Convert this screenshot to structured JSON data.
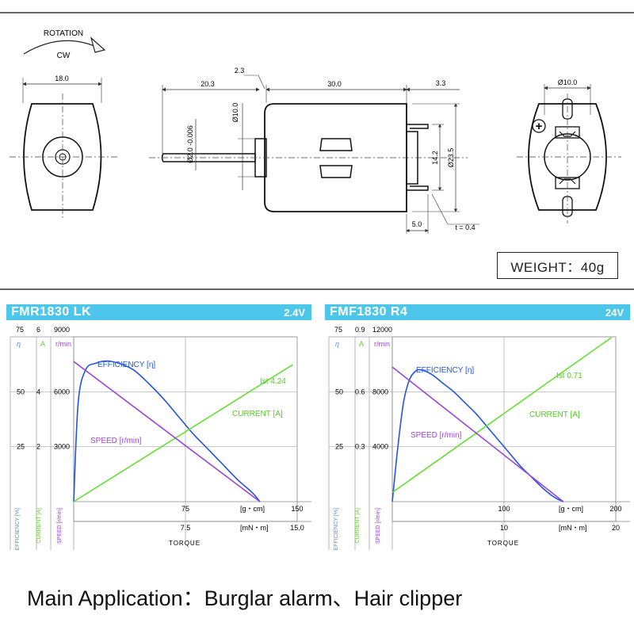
{
  "drawing": {
    "rotation_label": "ROTATION",
    "rotation_dir": "CW",
    "dim_18": "18.0",
    "dim_20_3": "20.3",
    "dim_2_3": "2.3",
    "dim_30": "30.0",
    "dim_3_3": "3.3",
    "dim_shaft": "Ø2.0 -0.006",
    "dim_boss": "Ø10.0",
    "dim_14_2": "14.2",
    "dim_23_5": "Ø23.5",
    "dim_5": "5.0",
    "dim_t": "t = 0.4",
    "dim_end_boss": "Ø10.0",
    "plus_sign": "+",
    "colors": {
      "line": "#1a1a1a",
      "dim": "#333333"
    }
  },
  "weight": {
    "label": "WEIGHT：40g"
  },
  "charts": [
    {
      "name": "FMR1830 LK",
      "voltage": "2.4V",
      "eff_axis": {
        "symbol": "η",
        "ticks": [
          "75",
          "50",
          "25"
        ]
      },
      "cur_axis": {
        "symbol": "A",
        "ticks": [
          "6",
          "4",
          "2"
        ]
      },
      "spd_axis": {
        "symbol": "r/min",
        "ticks": [
          "9000",
          "6000",
          "3000"
        ]
      },
      "torque_gcm_ticks": [
        "75",
        "150"
      ],
      "torque_gcm_unit": "[g・cm]",
      "torque_mnm_ticks": [
        "7.5",
        "15.0"
      ],
      "torque_mnm_unit": "[mN・m]",
      "torque_label": "TORQUE",
      "eff_label": "EFFICIENCY [η]",
      "cur_label": "CURRENT [A]",
      "spd_label": "SPEED [r/min]",
      "ist_label": "Ist 4.24",
      "vert_labels": [
        "EFFICIENCY [%]",
        "CURRENT [A]",
        "SPEED [r/min]"
      ]
    },
    {
      "name": "FMF1830 R4",
      "voltage": "24V",
      "eff_axis": {
        "symbol": "η",
        "ticks": [
          "75",
          "50",
          "25"
        ]
      },
      "cur_axis": {
        "symbol": "A",
        "ticks": [
          "0.9",
          "0.6",
          "0.3"
        ]
      },
      "spd_axis": {
        "symbol": "r/min",
        "ticks": [
          "12000",
          "8000",
          "4000"
        ]
      },
      "torque_gcm_ticks": [
        "100",
        "200"
      ],
      "torque_gcm_unit": "[g・cm]",
      "torque_mnm_ticks": [
        "10",
        "20"
      ],
      "torque_mnm_unit": "[mN・m]",
      "torque_label": "TORQUE",
      "eff_label": "EFFICIENCY [η]",
      "cur_label": "CURRENT [A]",
      "spd_label": "SPEED [r/min]",
      "ist_label": "Ist 0.71",
      "vert_labels": [
        "EFFICIENCY [%]",
        "CURRENT [A]",
        "SPEED [r/min]"
      ]
    }
  ],
  "chart_data": [
    {
      "type": "line",
      "title": "FMR1830 LK 2.4V",
      "xlabel": "TORQUE [g・cm]",
      "xlim": [
        0,
        150
      ],
      "series": [
        {
          "name": "EFFICIENCY [η]",
          "axis": "efficiency",
          "ylim": [
            0,
            75
          ],
          "x": [
            0,
            3,
            8,
            15,
            22,
            30,
            40,
            50,
            60,
            70,
            80,
            90,
            100,
            110,
            120,
            125
          ],
          "y": [
            0,
            45,
            60,
            63,
            64,
            63,
            60,
            54,
            47,
            39,
            31,
            24,
            17,
            10,
            4,
            0
          ]
        },
        {
          "name": "CURRENT [A]",
          "axis": "current",
          "ylim": [
            0,
            6
          ],
          "x": [
            0,
            125
          ],
          "y": [
            0,
            4.24
          ]
        },
        {
          "name": "SPEED [r/min]",
          "axis": "speed",
          "ylim": [
            0,
            9000
          ],
          "x": [
            0,
            125
          ],
          "y": [
            7650,
            0
          ]
        }
      ],
      "annotations": [
        "Ist 4.24"
      ],
      "colors": {
        "efficiency": "#2255dd",
        "current": "#66dd33",
        "speed": "#9944dd"
      }
    },
    {
      "type": "line",
      "title": "FMF1830 R4 24V",
      "xlabel": "TORQUE [g・cm]",
      "xlim": [
        0,
        200
      ],
      "series": [
        {
          "name": "EFFICIENCY [η]",
          "axis": "efficiency",
          "ylim": [
            0,
            75
          ],
          "x": [
            0,
            5,
            10,
            15,
            20,
            25,
            35,
            45,
            55,
            65,
            75,
            85,
            95,
            105,
            115,
            125,
            135,
            145,
            153
          ],
          "y": [
            0,
            25,
            45,
            55,
            59,
            60,
            58,
            54,
            50,
            45,
            40,
            34,
            28,
            22,
            16,
            11,
            6,
            2,
            0
          ]
        },
        {
          "name": "CURRENT [A]",
          "axis": "current",
          "ylim": [
            0,
            0.9
          ],
          "x": [
            0,
            153
          ],
          "y": [
            0.05,
            0.71
          ]
        },
        {
          "name": "SPEED [r/min]",
          "axis": "speed",
          "ylim": [
            0,
            12000
          ],
          "x": [
            0,
            153
          ],
          "y": [
            9800,
            0
          ]
        }
      ],
      "annotations": [
        "Ist 0.71"
      ],
      "colors": {
        "efficiency": "#2255dd",
        "current": "#66dd33",
        "speed": "#9944dd"
      }
    }
  ],
  "application": {
    "text": "Main Application：Burglar alarm、Hair clipper"
  }
}
